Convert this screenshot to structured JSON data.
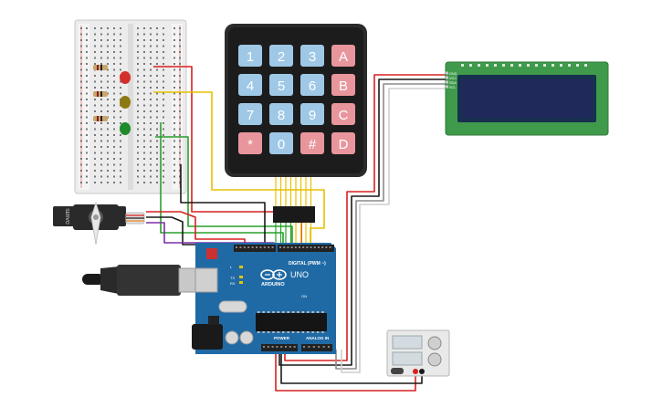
{
  "keypad": {
    "keys": [
      {
        "label": "1",
        "kind": "num"
      },
      {
        "label": "2",
        "kind": "num"
      },
      {
        "label": "3",
        "kind": "num"
      },
      {
        "label": "A",
        "kind": "letter"
      },
      {
        "label": "4",
        "kind": "num"
      },
      {
        "label": "5",
        "kind": "num"
      },
      {
        "label": "6",
        "kind": "num"
      },
      {
        "label": "B",
        "kind": "letter"
      },
      {
        "label": "7",
        "kind": "num"
      },
      {
        "label": "8",
        "kind": "num"
      },
      {
        "label": "9",
        "kind": "num"
      },
      {
        "label": "C",
        "kind": "letter"
      },
      {
        "label": "*",
        "kind": "symbol"
      },
      {
        "label": "0",
        "kind": "num"
      },
      {
        "label": "#",
        "kind": "symbol"
      },
      {
        "label": "D",
        "kind": "letter"
      }
    ]
  },
  "arduino": {
    "brand": "ARDUINO",
    "model": "UNO",
    "digital_label": "DIGITAL (PWM ~)",
    "power_label": "POWER",
    "analog_label": "ANALOG IN",
    "tx_label": "TX",
    "rx_label": "RX",
    "l_label": "L",
    "on_label": "ON"
  },
  "lcd": {
    "pin_labels": [
      "GND",
      "VCC",
      "SDA",
      "SCL"
    ]
  },
  "servo": {
    "label": "SERVO"
  },
  "colors": {
    "wire_red": "#d82020",
    "wire_black": "#1a1a1a",
    "wire_yellow": "#e8c000",
    "wire_green": "#2aa02a",
    "wire_purple": "#7b2fa8",
    "wire_white": "#cfcfcf",
    "board_blue": "#1f6aa5",
    "lcd_green": "#3f9a4c",
    "lcd_screen": "#1f2a5a",
    "key_blue": "#9fc8e6",
    "key_red": "#e8969c",
    "led_red": "#d4302a",
    "led_yellow": "#8c7a10",
    "led_green": "#1f8a2a"
  }
}
